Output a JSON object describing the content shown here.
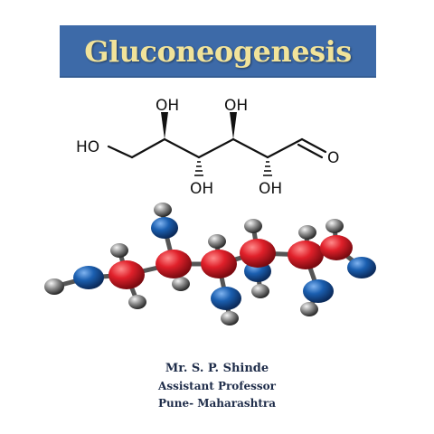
{
  "banner": {
    "title": "Gluconeogenesis"
  },
  "structure_labels": {
    "oh1": "OH",
    "oh2": "OH",
    "oh3": "OH",
    "oh4": "OH",
    "ho": "HO",
    "o": "O"
  },
  "author": {
    "name": "Mr. S. P. Shinde",
    "role": "Assistant Professor",
    "place": "Pune- Maharashtra"
  },
  "colors": {
    "banner_bg": "#3d6aa8",
    "banner_text": "#f1e39a",
    "carbon_atom": "#e0202a",
    "oxygen_atom": "#1b5fb0",
    "hydrogen_atom": "#6a6a6a",
    "author_text": "#1f2d4a"
  }
}
